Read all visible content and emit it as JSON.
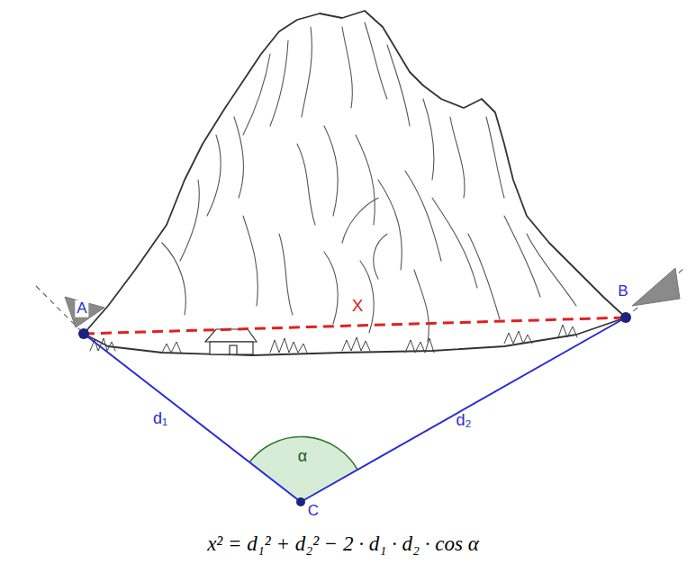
{
  "diagram": {
    "labels": [
      "A",
      "B",
      "C",
      "X",
      "d₁",
      "d₂",
      "α",
      "x² = d₁² + d₂² − 2 · d₁ · d₂ · cos α"
    ]
  }
}
